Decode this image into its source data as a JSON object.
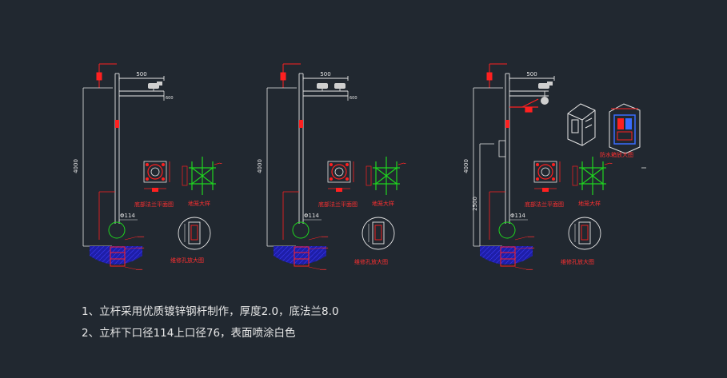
{
  "drawings": [
    {
      "dim_top": "500",
      "dim_height": "4000",
      "dim_lower": "",
      "pipe_label": "Φ114",
      "flange_caption": "底部法兰平面图",
      "cage_caption": "地笼大样",
      "hole_caption": "维修孔放大图"
    },
    {
      "dim_top": "500",
      "dim_height": "4000",
      "dim_lower": "",
      "pipe_label": "Φ114",
      "flange_caption": "底部法兰平面图",
      "cage_caption": "地笼大样",
      "hole_caption": "维修孔放大图"
    },
    {
      "dim_top": "500",
      "dim_height": "4000",
      "dim_lower": "2500",
      "pipe_label": "Φ114",
      "flange_caption": "底部法兰平面图",
      "cage_caption": "地笼大样",
      "hole_caption": "维修孔放大图",
      "box_caption": "防水箱放大图"
    }
  ],
  "notes": [
    "1、立杆采用优质镀锌钢杆制作，厚度2.0，底法兰8.0",
    "2、立杆下口径114上口径76，表面喷涂白色"
  ],
  "colors": {
    "background": "#212830",
    "line_white": "#e6e6e6",
    "line_red": "#ff2020",
    "line_green": "#1fd51f",
    "foundation_blue": "#1e1ea8",
    "text_red": "#ff3030"
  }
}
